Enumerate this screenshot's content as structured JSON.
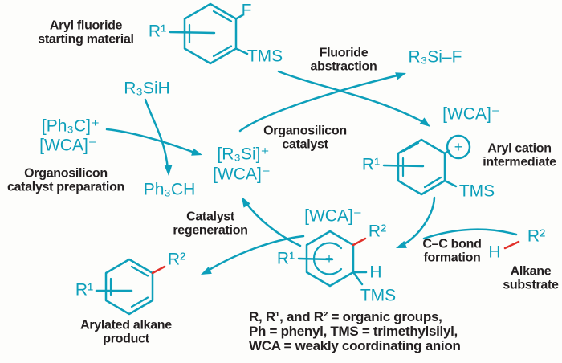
{
  "colors": {
    "teal": "#0d9fba",
    "red": "#e2312a",
    "ink": "#231f20",
    "bg": "#fdfdfb"
  },
  "labels": {
    "aryl_fluoride": {
      "line1": "Aryl fluoride",
      "line2": "starting material"
    },
    "prep": {
      "line1": "Organosilicon",
      "line2": "catalyst preparation"
    },
    "fluoride_abstraction": {
      "line1": "Fluoride",
      "line2": "abstraction"
    },
    "catalyst": {
      "line1": "Organosilicon",
      "line2": "catalyst"
    },
    "aryl_cation": {
      "line1": "Aryl cation",
      "line2": "intermediate"
    },
    "cc_bond": {
      "line1": "C–C bond",
      "line2": "formation"
    },
    "alkane": {
      "line1": "Alkane",
      "line2": "substrate"
    },
    "regeneration": {
      "line1": "Catalyst",
      "line2": "regeneration"
    },
    "product": {
      "line1": "Arylated alkane",
      "line2": "product"
    }
  },
  "species": {
    "r3sih": "R₃SiH",
    "ph3c_cation": "[Ph₃C]⁺",
    "wca_prep": "[WCA]⁻",
    "ph3ch": "Ph₃CH",
    "r3si_cation": "[R₃Si]⁺",
    "wca_catalyst": "[WCA]⁻",
    "r3si_f": "R₃Si–F",
    "wca_aryl_cation": "[WCA]⁻",
    "wca_arenium": "[WCA]⁻"
  },
  "atoms": {
    "aryl_fluoride": {
      "r1": "R¹",
      "f": "F",
      "tms": "TMS"
    },
    "aryl_cation": {
      "r1": "R¹",
      "tms": "TMS",
      "plus": "+"
    },
    "arenium": {
      "r1": "R¹",
      "r2": "R²",
      "h": "H",
      "tms": "TMS",
      "plus": "+"
    },
    "alkane": {
      "h": "H",
      "r2": "R²"
    },
    "product": {
      "r1": "R¹",
      "r2": "R²"
    }
  },
  "legend": {
    "line1": "R, R¹, and R² = organic groups,",
    "line2": "Ph = phenyl, TMS = trimethylsilyl,",
    "line3": "WCA = weakly coordinating anion"
  }
}
